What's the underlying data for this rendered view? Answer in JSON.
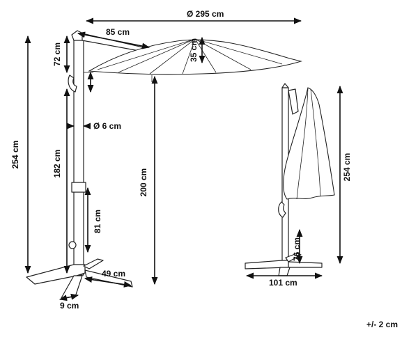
{
  "dimensions": {
    "canopy_diameter": "Ø 295 cm",
    "arm_length": "85 cm",
    "canopy_height": "35 cm",
    "top_section": "72 cm",
    "total_height": "254 cm",
    "pole_diameter": "Ø 6 cm",
    "pole_height": "182 cm",
    "clearance_height": "200 cm",
    "lower_section": "81 cm",
    "base_half_width": "49 cm",
    "base_foot": "9 cm",
    "folded_height": "254 cm",
    "crank_height": "76 cm",
    "base_width": "101 cm"
  },
  "tolerance": "+/- 2 cm"
}
